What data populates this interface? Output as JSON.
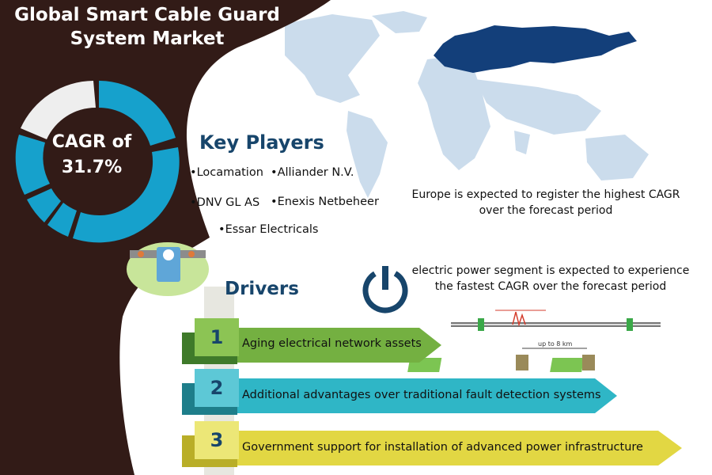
{
  "title": {
    "line1": "Global Smart Cable Guard",
    "line2": "System Market"
  },
  "cagr": {
    "line1": "CAGR of",
    "line2": "31.7%"
  },
  "key_players": {
    "heading": "Key Players",
    "items": [
      "Locamation",
      "Alliander N.V.",
      "DNV GL AS",
      "Enexis Netbeheer",
      "Essar Electricals"
    ]
  },
  "region_note": {
    "line1": "Europe is expected to register the highest CAGR",
    "line2": "over the forecast period"
  },
  "segment_note": {
    "line1": "electric power segment is expected to experience",
    "line2": "the fastest CAGR over the forecast period"
  },
  "diagram": {
    "distance_label": "up to 8 km"
  },
  "drivers": {
    "heading": "Drivers",
    "items": [
      {
        "number": "1",
        "text": "Aging electrical network assets",
        "color": "#74b041"
      },
      {
        "number": "2",
        "text": "Additional advantages over traditional fault detection systems",
        "color": "#2fb6c6"
      },
      {
        "number": "3",
        "text": "Government support for installation of advanced power infrastructure",
        "color": "#e2d743"
      }
    ]
  },
  "colors": {
    "dark_brown": "#321b17",
    "map_highlight": "#133f7a",
    "map_base": "#cbdcec",
    "donut_blue": "#16a1cc",
    "heading_blue": "#17456b"
  },
  "icons": [
    "world-map",
    "power-icon",
    "cable-sensor-device",
    "cable-guard-diagram"
  ]
}
